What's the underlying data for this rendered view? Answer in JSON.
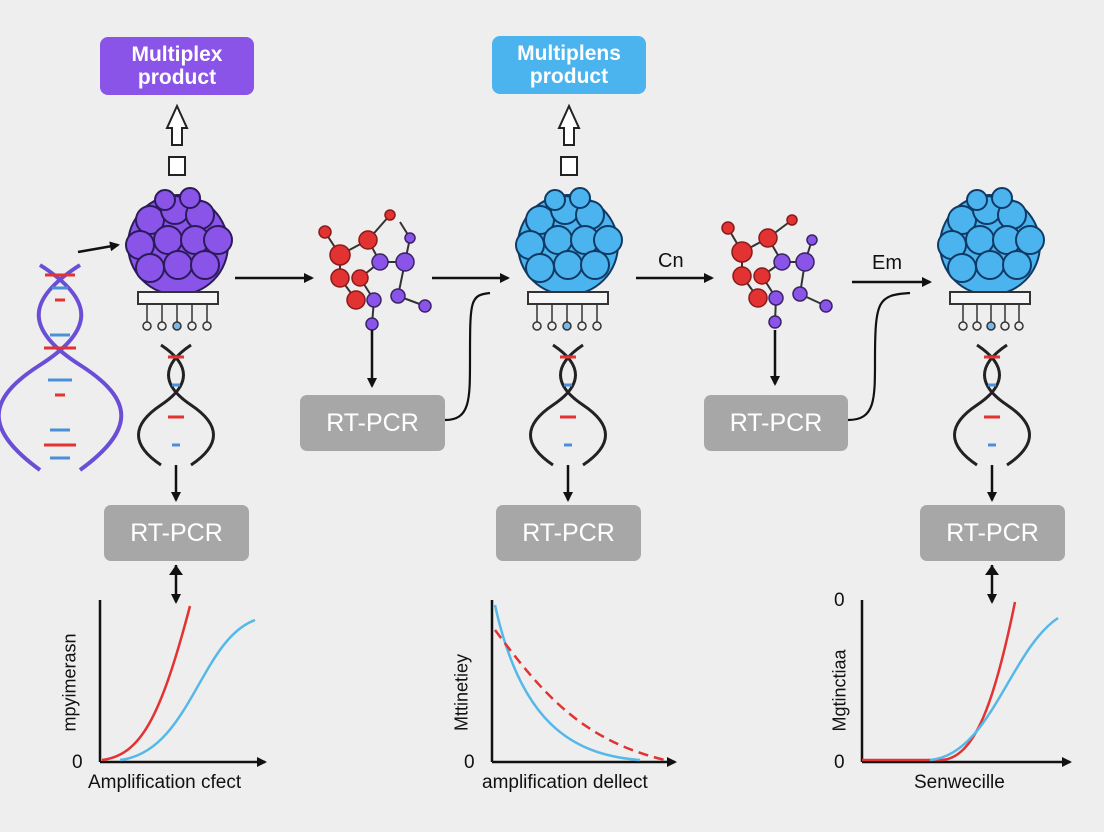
{
  "products": [
    {
      "text": "Multiplex\nproduct",
      "color": "#8a54e8"
    },
    {
      "text": "Multiplens\nproduct",
      "color": "#4bb4ee"
    }
  ],
  "rtpcr_labels": [
    "RT-PCR",
    "RT-PCR",
    "RT-PCR",
    "RT-PCR",
    "RT-PCR"
  ],
  "edge_labels": {
    "cn": "Cn",
    "em": "Em"
  },
  "charts": [
    {
      "ylabel": "mpyimerasn",
      "xlabel": "Amplification cfect",
      "y_origin": "0"
    },
    {
      "ylabel": "Mttinetiey",
      "xlabel": "amplification dellect",
      "y_origin": "0"
    },
    {
      "ylabel": "Mgtinctiaa",
      "xlabel": "Senwecille",
      "y_origin": "0",
      "y_top": "0"
    }
  ],
  "colors": {
    "purple": "#8a54e8",
    "blue": "#4bb4ee",
    "red": "#e23232",
    "curve_blue": "#55b8e8",
    "gray": "#a7a7a7",
    "dna_blue": "#4a90d9"
  }
}
